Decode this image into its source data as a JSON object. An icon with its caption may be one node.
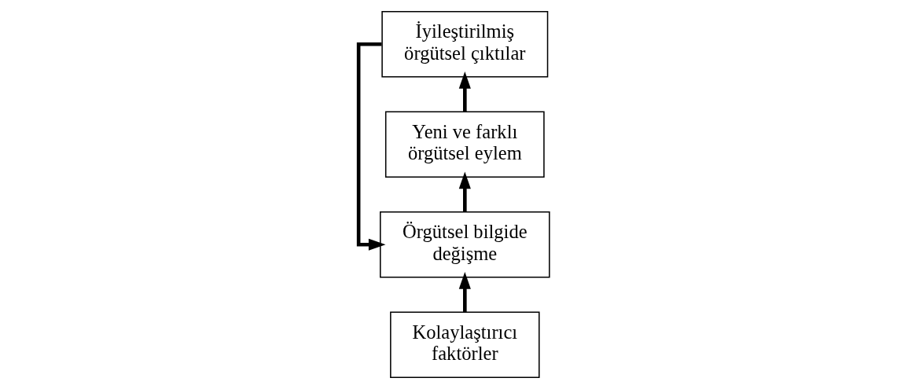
{
  "diagram": {
    "nodes": [
      {
        "text": [
          "Kolaylaştırıcı faktörler"
        ]
      },
      {
        "text": [
          "Örgütsel bilgide değişme"
        ]
      },
      {
        "text": [
          "Yeni ve farklı örgütsel eylem"
        ]
      },
      {
        "text": [
          "İyileştirilmiş örgütsel çıktılar"
        ]
      }
    ],
    "edges": [
      {
        "from": 0,
        "to": 1,
        "arrow": "to"
      },
      {
        "from": 1,
        "to": 2,
        "arrow": "to"
      },
      {
        "from": 2,
        "to": 3,
        "arrow": "to"
      },
      {
        "from": 3,
        "to": 1,
        "arrow": "to"
      }
    ]
  }
}
